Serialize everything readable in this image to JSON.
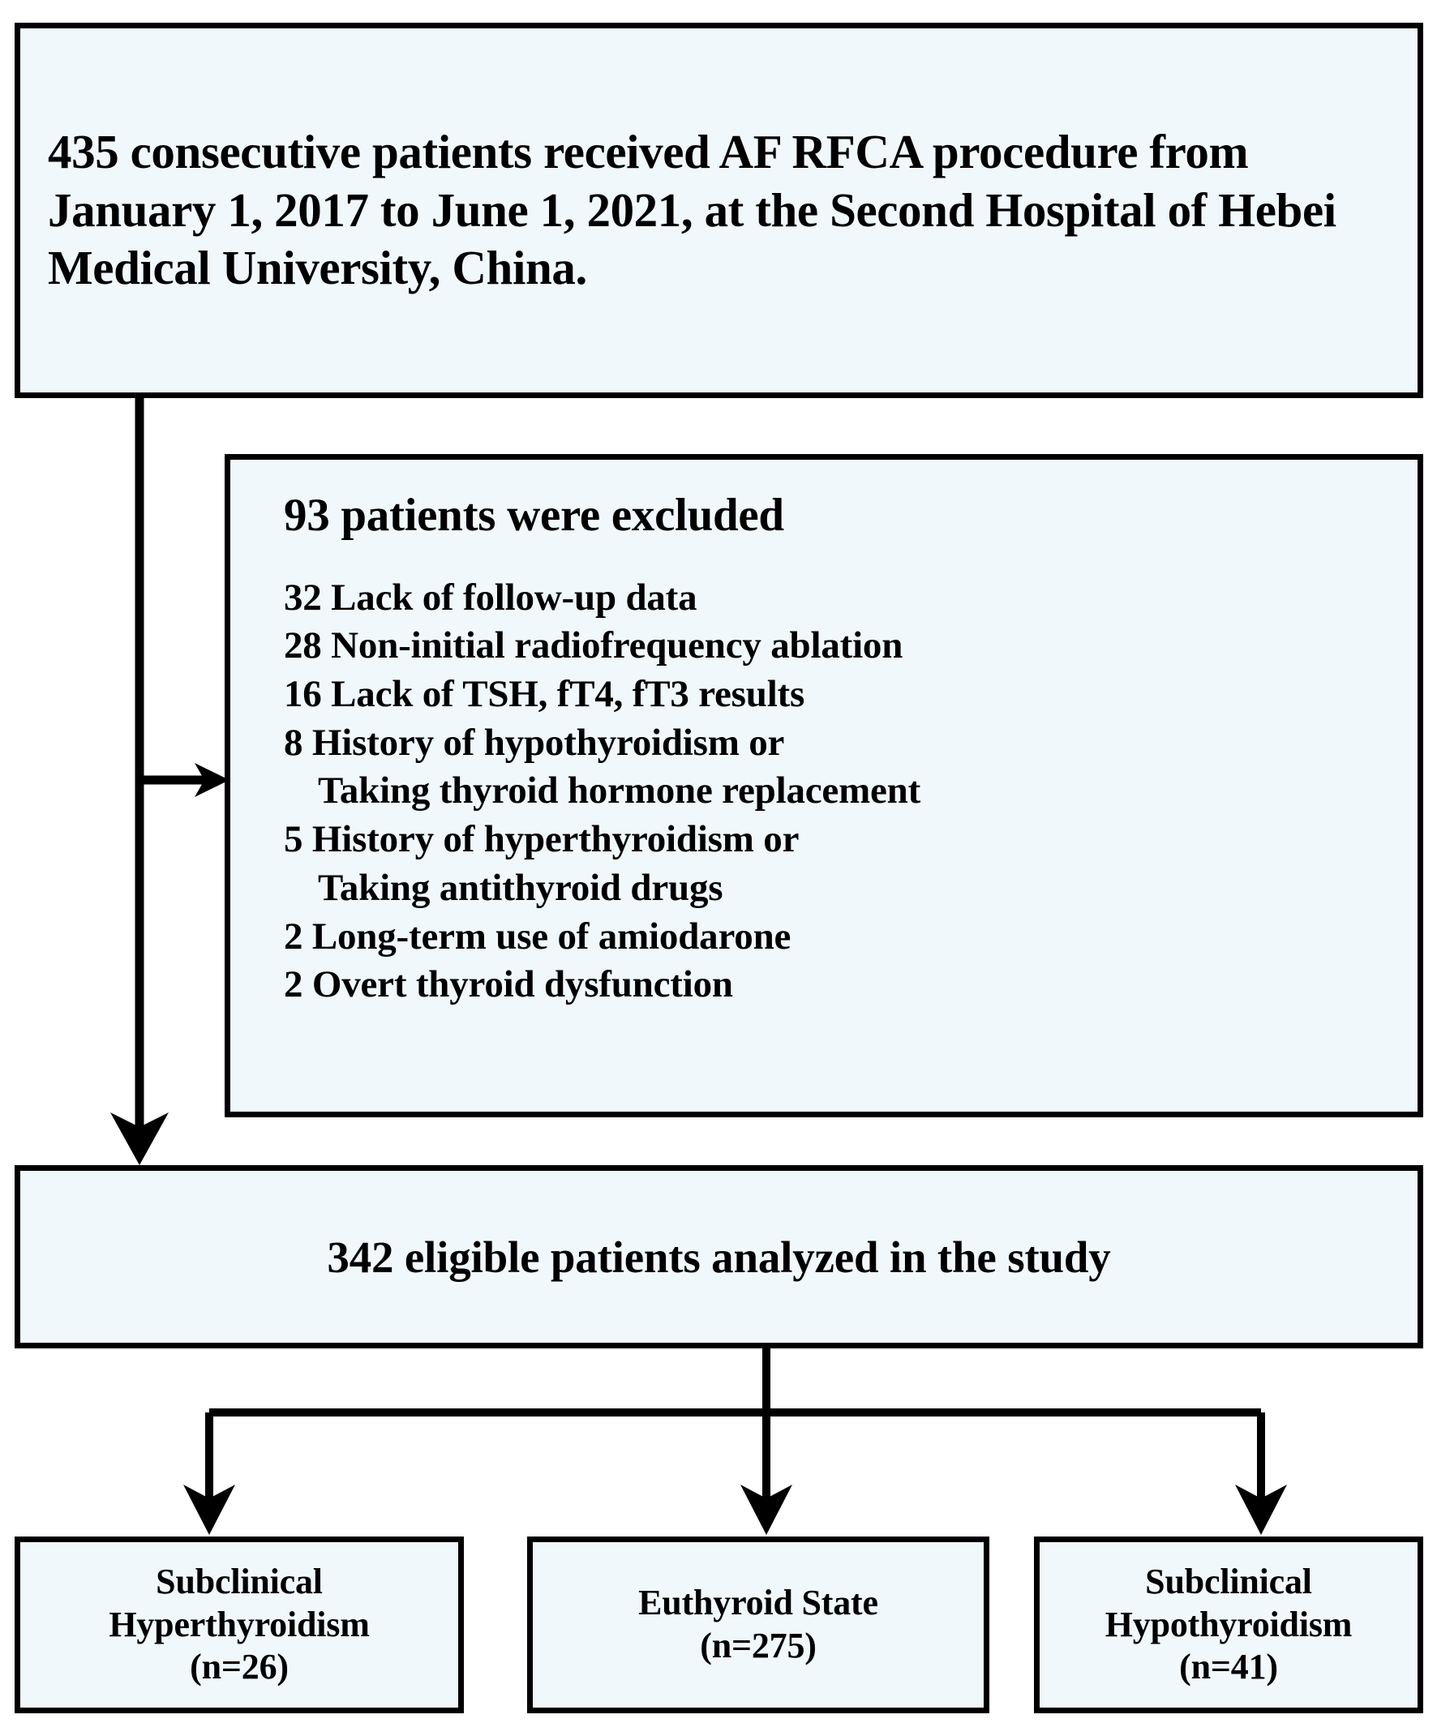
{
  "diagram": {
    "type": "patient-flow-diagram",
    "fill_color": "#f0f8fb",
    "border_color": "#000000",
    "text_color": "#000000"
  },
  "enrollment": {
    "text": "435 consecutive patients received AF RFCA procedure from January 1, 2017 to June 1, 2021, at the Second Hospital of Hebei Medical University, China.",
    "count": 435
  },
  "exclusion": {
    "title": "93 patients were excluded",
    "total": 93,
    "reasons": [
      {
        "count": "32",
        "label": "Lack of follow-up data",
        "line": "32 Lack of follow-up data",
        "indented": false
      },
      {
        "count": "28",
        "label": "Non-initial radiofrequency ablation",
        "line": "28 Non-initial radiofrequency ablation",
        "indented": false
      },
      {
        "count": "16",
        "label": "Lack of TSH, fT4, fT3 results",
        "line": "16 Lack of TSH, fT4, fT3 results",
        "indented": false
      },
      {
        "count": "8",
        "label": "History of hypothyroidism or",
        "line": "8 History of hypothyroidism or",
        "indented": false
      },
      {
        "count": "",
        "label": "Taking thyroid hormone replacement",
        "line": "Taking thyroid hormone replacement",
        "indented": true
      },
      {
        "count": "5",
        "label": "History of hyperthyroidism or",
        "line": "5 History of hyperthyroidism or",
        "indented": false
      },
      {
        "count": "",
        "label": "Taking antithyroid drugs",
        "line": "Taking antithyroid drugs",
        "indented": true
      },
      {
        "count": "2",
        "label": "Long-term use of amiodarone",
        "line": "2 Long-term use of amiodarone",
        "indented": false
      },
      {
        "count": "2",
        "label": "Overt thyroid dysfunction",
        "line": "2 Overt thyroid dysfunction",
        "indented": false
      }
    ]
  },
  "eligible": {
    "text": "342 eligible patients analyzed in the study",
    "count": 342
  },
  "groups": [
    {
      "id": "subclinical-hyperthyroidism",
      "line1": "Subclinical",
      "line2": "Hyperthyroidism",
      "line3": "(n=26)",
      "n": 26
    },
    {
      "id": "euthyroid-state",
      "line1": "Euthyroid State",
      "line2": "(n=275)",
      "line3": "",
      "n": 275
    },
    {
      "id": "subclinical-hypothyroidism",
      "line1": "Subclinical",
      "line2": "Hypothyroidism",
      "line3": "(n=41)",
      "n": 41
    }
  ]
}
